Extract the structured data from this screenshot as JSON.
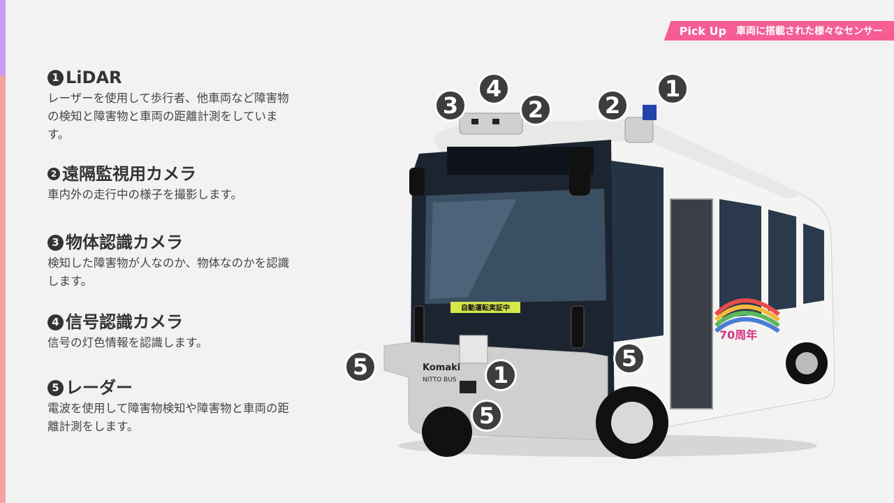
{
  "header": {
    "tag": "Pick Up",
    "title": "車両に搭載された様々なセンサー"
  },
  "items": [
    {
      "num": "1",
      "title": "LiDAR",
      "desc": "レーザーを使用して歩行者、他車両など障害物の検知と障害物と車両の距離計測をしています。"
    },
    {
      "num": "2",
      "title": "遠隔監視用カメラ",
      "desc": "車内外の走行中の様子を撮影します。"
    },
    {
      "num": "3",
      "title": "物体認識カメラ",
      "desc": "検知した障害物が人なのか、物体なのかを認識します。"
    },
    {
      "num": "4",
      "title": "信号認識カメラ",
      "desc": "信号の灯色情報を認識します。"
    },
    {
      "num": "5",
      "title": "レーダー",
      "desc": "電波を使用して障害物検知や障害物と車両の距離計測をします。"
    }
  ],
  "bus": {
    "callouts": [
      "1",
      "2",
      "3",
      "4",
      "2",
      "5",
      "5",
      "1",
      "5"
    ],
    "sign_text": "自動運転実証中",
    "brand_line1": "Komaki",
    "brand_line2": "NITTO BUS",
    "side_wrap_text": "70周年",
    "colors": {
      "body": "#f4f4f2",
      "glass": "#1f2a36",
      "bumper": "#c9c9c9"
    }
  },
  "colors": {
    "accent_pink": "#f55d94",
    "bar_purple": "#c99cf2",
    "bar_pink": "#f4a2a6"
  }
}
